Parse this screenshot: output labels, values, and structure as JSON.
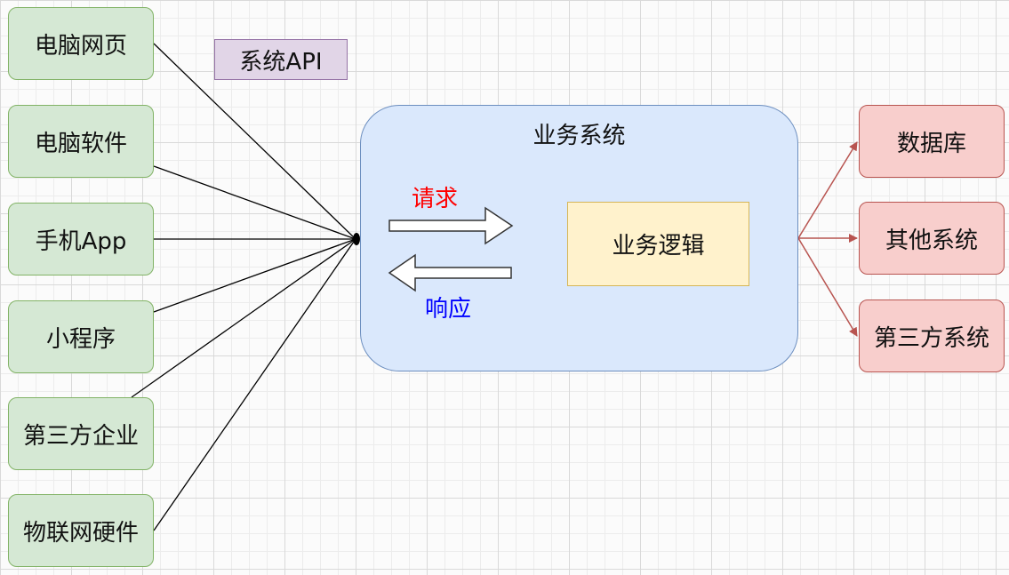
{
  "clients": [
    {
      "id": "pc-web",
      "label": "电脑网页"
    },
    {
      "id": "pc-software",
      "label": "电脑软件"
    },
    {
      "id": "mobile-app",
      "label": "手机App"
    },
    {
      "id": "mini-program",
      "label": "小程序"
    },
    {
      "id": "third-party-enterprise",
      "label": "第三方企业"
    },
    {
      "id": "iot-hardware",
      "label": "物联网硬件"
    }
  ],
  "api_label": "系统API",
  "business_system": {
    "title": "业务系统",
    "request_label": "请求",
    "response_label": "响应",
    "logic_label": "业务逻辑"
  },
  "targets": [
    {
      "id": "database",
      "label": "数据库"
    },
    {
      "id": "other-systems",
      "label": "其他系统"
    },
    {
      "id": "third-party-systems",
      "label": "第三方系统"
    }
  ],
  "colors": {
    "client_fill": "#d5e8d4",
    "client_border": "#82b366",
    "target_fill": "#f8cecc",
    "target_border": "#b85450",
    "api_fill": "#e1d5e7",
    "api_border": "#9673a6",
    "system_fill": "#dae8fc",
    "system_border": "#6c8ebf",
    "logic_fill": "#fff2cc",
    "logic_border": "#d6b656",
    "request_text": "#ff0000",
    "response_text": "#0000ff"
  }
}
